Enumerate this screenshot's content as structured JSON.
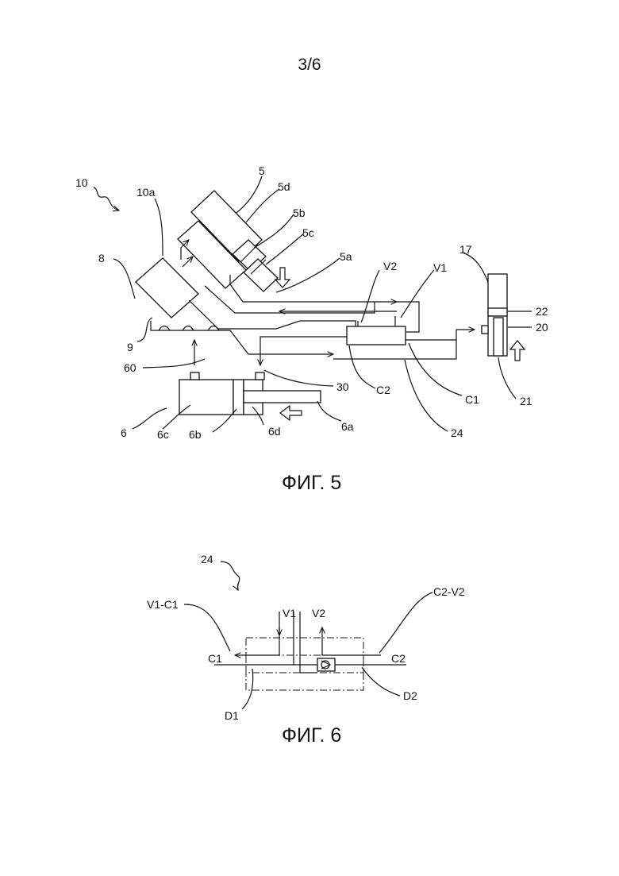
{
  "page": {
    "number": "3/6"
  },
  "figure5": {
    "caption": "ФИГ. 5",
    "labels": {
      "l10": "10",
      "l10a": "10a",
      "l5": "5",
      "l5d": "5d",
      "l5b": "5b",
      "l5c": "5c",
      "l5a": "5a",
      "l8": "8",
      "l9": "9",
      "l60": "60",
      "lV2": "V2",
      "lV1": "V1",
      "l17": "17",
      "l22": "22",
      "l20": "20",
      "l21": "21",
      "l30": "30",
      "lC2": "C2",
      "lC1": "C1",
      "l24": "24",
      "l6": "6",
      "l6c": "6c",
      "l6b": "6b",
      "l6d": "6d",
      "l6a": "6a"
    }
  },
  "figure6": {
    "caption": "ФИГ. 6",
    "labels": {
      "l24": "24",
      "lV1C1": "V1-C1",
      "lC2V2": "C2-V2",
      "lV1": "V1",
      "lV2": "V2",
      "lC1": "C1",
      "lC2": "C2",
      "lD1": "D1",
      "lD2": "D2"
    }
  }
}
